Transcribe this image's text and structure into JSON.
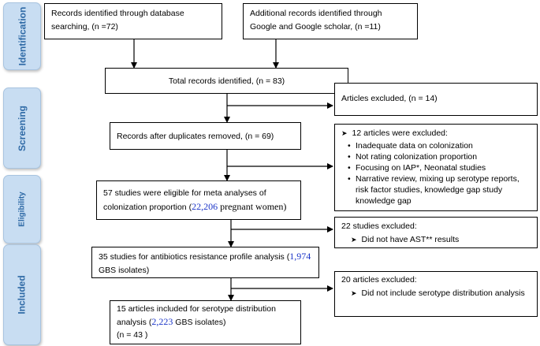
{
  "stages": {
    "identification": "Identification",
    "screening": "Screening",
    "eligibility": "Eligibility",
    "included": "Included"
  },
  "boxes": {
    "database_search": "Records identified through database searching, (n =72)",
    "additional": "Additional records identified through Google and Google scholar, (n =11)",
    "total": "Total records identified, (n = 83)",
    "articles_excluded_14": "Articles excluded, (n = 14)",
    "after_duplicates": "Records after duplicates removed, (n = 69)",
    "excluded_12": {
      "heading": "12 articles were excluded:",
      "items": [
        "Inadequate data on colonization",
        "Not rating colonization proportion",
        "Focusing on IAP*, Neonatal studies",
        "Narrative review, mixing up serotype reports, risk factor studies, knowledge gap study knowledge gap"
      ]
    },
    "eligible_57": {
      "text_before": "57 studies were eligible for meta analyses of colonization proportion (",
      "number": "22,206",
      "text_after": " pregnant women)"
    },
    "excluded_22": {
      "heading": "22 studies excluded:",
      "item": "Did not have AST** results"
    },
    "amr_35": {
      "text_before": "35 studies for antibiotics resistance profile analysis (",
      "number": "1,974",
      "text_after": " GBS isolates)"
    },
    "excluded_20": {
      "heading": "20 articles excluded:",
      "item": "Did not include serotype distribution analysis"
    },
    "serotype_15": {
      "text_before": "15 articles included for serotype distribution analysis (",
      "number": "2,223",
      "text_after": " GBS isolates)",
      "n_line": "(n = 43 )"
    }
  }
}
